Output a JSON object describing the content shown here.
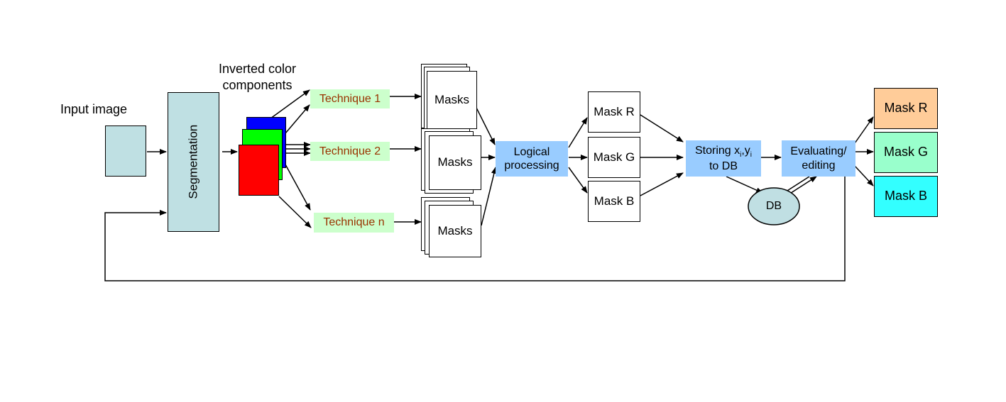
{
  "labels": {
    "input_image": "Input image",
    "inverted_color_line1": "Inverted color",
    "inverted_color_line2": "components"
  },
  "nodes": {
    "segmentation": "Segmentation",
    "technique_1": "Technique 1",
    "technique_2": "Technique 2",
    "technique_n": "Technique n",
    "masks_1": "Masks",
    "masks_2": "Masks",
    "masks_n": "Masks",
    "logical_line1": "Logical",
    "logical_line2": "processing",
    "mask_r": "Mask R",
    "mask_g": "Mask G",
    "mask_b": "Mask B",
    "storing_prefix": "Storing x",
    "storing_sub_i1": "i",
    "storing_comma": ",y",
    "storing_sub_i2": "i",
    "storing_line2": "to DB",
    "db": "DB",
    "evaluating_line1": "Evaluating/",
    "evaluating_line2": "editing",
    "out_mask_r": "Mask R",
    "out_mask_g": "Mask G",
    "out_mask_b": "Mask B"
  },
  "colors": {
    "input_image_fill": "#bfe0e3",
    "segmentation_fill": "#bfe0e3",
    "layer_blue": "#0000ff",
    "layer_green": "#00ff00",
    "layer_red": "#ff0000",
    "technique_fill": "#ccffcc",
    "technique_text": "#993300",
    "process_fill": "#99ccff",
    "db_fill": "#c0dfe3",
    "out_r_fill": "#ffcc99",
    "out_g_fill": "#99ffcc",
    "out_b_fill": "#33ffff"
  }
}
